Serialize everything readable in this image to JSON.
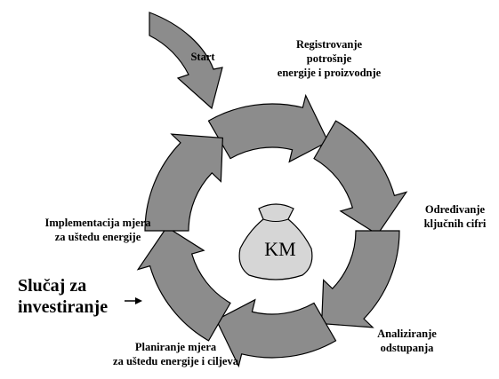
{
  "colors": {
    "arrow_fill": "#8c8c8c",
    "bag_fill": "#d6d6d6",
    "stroke": "#000000"
  },
  "labels": {
    "start": "Start",
    "registrovanje": "Registrovanje\npotrošnje\nenergije i proizvodnje",
    "odredjivanje": "Određivanje\nključnih cifri",
    "analiziranje": "Analiziranje\nodstupanja",
    "planiranje": "Planiranje mjera\nza uštedu energije i ciljeva",
    "implementacija": "Implementacija mjera\nza uštedu energije",
    "slucaj": "Slučaj za\ninvestiranje",
    "center": "KM"
  }
}
